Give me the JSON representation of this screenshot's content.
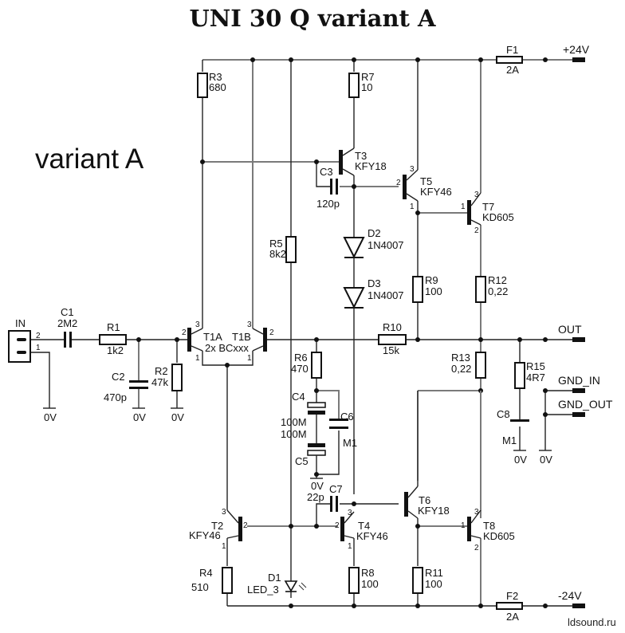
{
  "title": "UNI 30 Q variant A",
  "subtitle": "variant A",
  "watermark": "ldsound.ru",
  "connectors": {
    "in": "IN",
    "in_pin2": "2",
    "in_pin1": "1",
    "vplus": "+24V",
    "vminus": "-24V",
    "out": "OUT",
    "gnd_in": "GND_IN",
    "gnd_out": "GND_OUT",
    "ground": "0V"
  },
  "components": {
    "C1": {
      "ref": "C1",
      "value": "2M2"
    },
    "R1": {
      "ref": "R1",
      "value": "1k2"
    },
    "C2": {
      "ref": "C2",
      "value": "470p"
    },
    "R2": {
      "ref": "R2",
      "value": "47k"
    },
    "R3": {
      "ref": "R3",
      "value": "680"
    },
    "T1": {
      "refA": "T1A",
      "refB": "T1B",
      "value": "2x BCxxx"
    },
    "R5": {
      "ref": "R5",
      "value": "8k2"
    },
    "R6": {
      "ref": "R6",
      "value": "470"
    },
    "C4": {
      "ref": "C4",
      "value": "100M"
    },
    "C5": {
      "ref": "C5",
      "value": "100M"
    },
    "C6": {
      "ref": "C6",
      "value": "M1"
    },
    "R7": {
      "ref": "R7",
      "value": "10"
    },
    "T3": {
      "ref": "T3",
      "value": "KFY18"
    },
    "C3": {
      "ref": "C3",
      "value": "120p"
    },
    "D2": {
      "ref": "D2",
      "value": "1N4007"
    },
    "D3": {
      "ref": "D3",
      "value": "1N4007"
    },
    "T5": {
      "ref": "T5",
      "value": "KFY46"
    },
    "T7": {
      "ref": "T7",
      "value": "KD605"
    },
    "R9": {
      "ref": "R9",
      "value": "100"
    },
    "R12": {
      "ref": "R12",
      "value": "0,22"
    },
    "R10": {
      "ref": "R10",
      "value": "15k"
    },
    "R13": {
      "ref": "R13",
      "value": "0,22"
    },
    "R15": {
      "ref": "R15",
      "value": "4R7"
    },
    "C8": {
      "ref": "C8",
      "value": "M1"
    },
    "F1": {
      "ref": "F1",
      "value": "2A"
    },
    "F2": {
      "ref": "F2",
      "value": "2A"
    },
    "T2": {
      "ref": "T2",
      "value": "KFY46"
    },
    "R4": {
      "ref": "R4",
      "value": "510"
    },
    "D1": {
      "ref": "D1",
      "value": "LED_3"
    },
    "C7": {
      "ref": "C7",
      "value": "22p"
    },
    "T4": {
      "ref": "T4",
      "value": "KFY46"
    },
    "T6": {
      "ref": "T6",
      "value": "KFY18"
    },
    "T8": {
      "ref": "T8",
      "value": "KD605"
    },
    "R8": {
      "ref": "R8",
      "value": "100"
    },
    "R11": {
      "ref": "R11",
      "value": "100"
    }
  },
  "pins": {
    "p1": "1",
    "p2": "2",
    "p3": "3"
  }
}
